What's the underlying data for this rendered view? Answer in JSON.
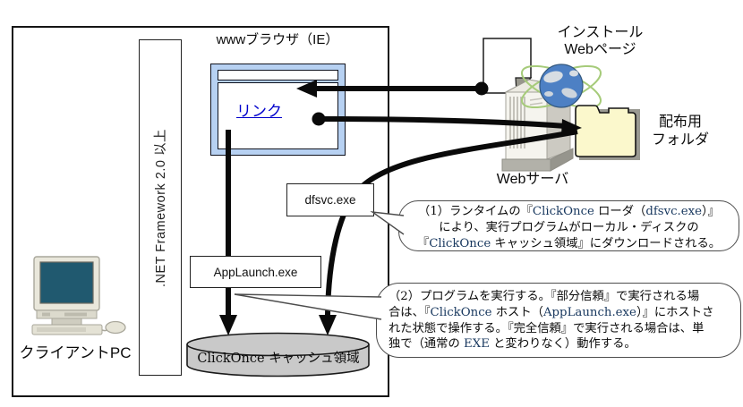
{
  "colors": {
    "browser_frame": "#b7d1f2",
    "link_color": "#0000cc",
    "folder_fill": "#fbf8cc",
    "cylinder_fill": "#c9c9c9",
    "latin_accent": "#17375e",
    "monitor_screen": "#20596f",
    "arrow_color": "#0a0a0a",
    "orbit_green": "#a6cb7a",
    "globe_blue": "#4d80c4"
  },
  "client_box": {
    "label": "クライアントPC",
    "framework": ".NET Framework 2.0 以上"
  },
  "browser": {
    "title": "wwwブラウザ（IE）",
    "link": "リンク"
  },
  "process_boxes": {
    "dfsvc": "dfsvc.exe",
    "applaunch": "AppLaunch.exe"
  },
  "cache_db": {
    "label": "ClickOnce キャッシュ領域"
  },
  "web_server": {
    "label": "Webサーバ",
    "install_page": [
      "インストール",
      "Webページ"
    ],
    "dist_folder": [
      "配布用",
      "フォルダ"
    ]
  },
  "callout1": {
    "lines": [
      "（1）ランタイムの『ClickOnce ローダ（dfsvc.exe）』",
      "により、実行プログラムがローカル・ディスクの",
      "『ClickOnce キャッシュ領域』にダウンロードされる。"
    ]
  },
  "callout2": {
    "lines": [
      "（2）プログラムを実行する。『部分信頼』で実行される場",
      "合は、『ClickOnce ホスト（AppLaunch.exe）』にホストさ",
      "れた状態で操作する。『完全信頼』で実行される場合は、単",
      "独で（通常の EXE と変わりなく）動作する。"
    ]
  }
}
